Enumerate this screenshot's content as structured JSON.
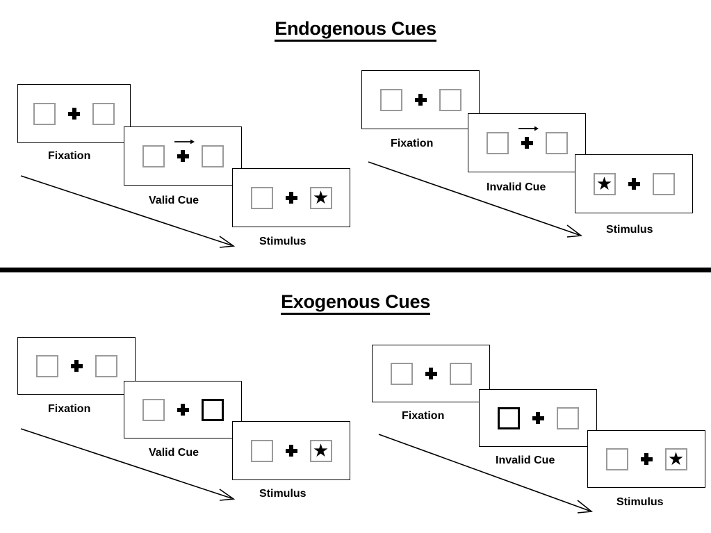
{
  "figure": {
    "type": "diagram",
    "description": "Posner cueing paradigm: endogenous versus exogenous spatial cues, each with valid and invalid trial sequences."
  },
  "sections": [
    {
      "id": "endogenous",
      "title": "Endogenous Cues",
      "columns": [
        {
          "id": "endogenous-valid",
          "frames": [
            {
              "caption": "Fixation",
              "left_box": "empty",
              "right_box": "empty",
              "cue": "none",
              "center": "plus"
            },
            {
              "caption": "Valid Cue",
              "left_box": "empty",
              "right_box": "empty",
              "cue": "arrow-right",
              "center": "plus"
            },
            {
              "caption": "Stimulus",
              "left_box": "empty",
              "right_box": "star",
              "cue": "none",
              "center": "plus"
            }
          ]
        },
        {
          "id": "endogenous-invalid",
          "frames": [
            {
              "caption": "Fixation",
              "left_box": "empty",
              "right_box": "empty",
              "cue": "none",
              "center": "plus"
            },
            {
              "caption": "Invalid Cue",
              "left_box": "empty",
              "right_box": "empty",
              "cue": "arrow-right",
              "center": "plus"
            },
            {
              "caption": "Stimulus",
              "left_box": "star",
              "right_box": "empty",
              "cue": "none",
              "center": "plus"
            }
          ]
        }
      ]
    },
    {
      "id": "exogenous",
      "title": "Exogenous Cues",
      "columns": [
        {
          "id": "exogenous-valid",
          "frames": [
            {
              "caption": "Fixation",
              "left_box": "empty",
              "right_box": "empty",
              "cue": "none",
              "center": "plus"
            },
            {
              "caption": "Valid Cue",
              "left_box": "empty",
              "right_box": "highlighted",
              "cue": "none",
              "center": "plus"
            },
            {
              "caption": "Stimulus",
              "left_box": "empty",
              "right_box": "star",
              "cue": "none",
              "center": "plus"
            }
          ]
        },
        {
          "id": "exogenous-invalid",
          "frames": [
            {
              "caption": "Fixation",
              "left_box": "empty",
              "right_box": "empty",
              "cue": "none",
              "center": "plus"
            },
            {
              "caption": "Invalid Cue",
              "left_box": "highlighted",
              "right_box": "empty",
              "cue": "none",
              "center": "plus"
            },
            {
              "caption": "Stimulus",
              "left_box": "empty",
              "right_box": "star",
              "cue": "none",
              "center": "plus"
            }
          ]
        }
      ]
    }
  ],
  "glyphs": {
    "star": "★"
  },
  "colors": {
    "frame_border": "#000000",
    "box_border": "#9a9a9a",
    "box_border_highlight": "#000000",
    "ink": "#000000",
    "background": "#ffffff"
  }
}
